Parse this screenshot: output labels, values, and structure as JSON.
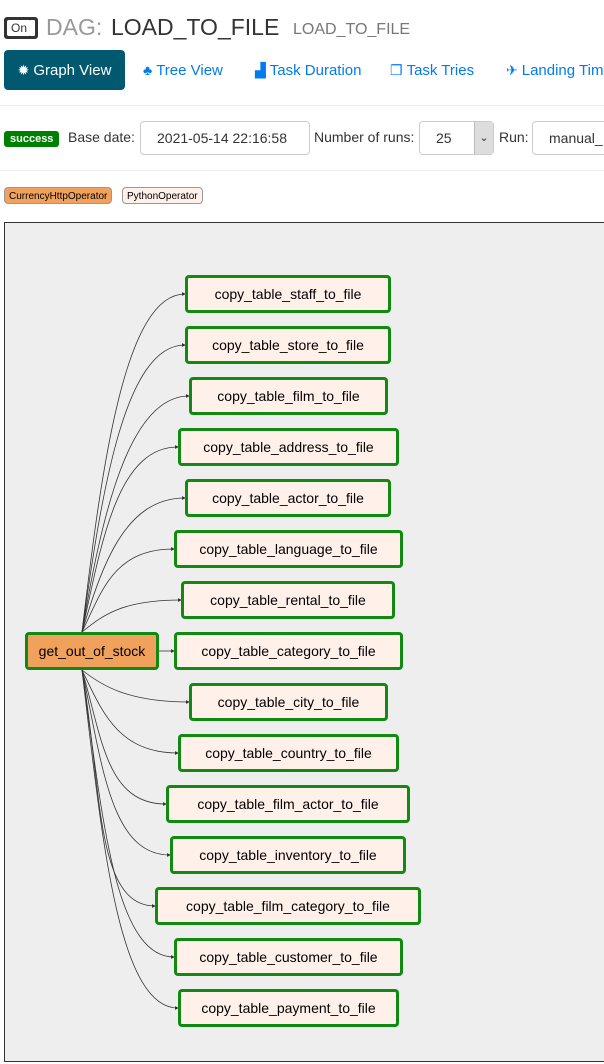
{
  "header": {
    "toggle_label": "On",
    "dag_prefix": "DAG:",
    "dag_id": "LOAD_TO_FILE",
    "dag_subtitle": "LOAD_TO_FILE"
  },
  "nav": {
    "tabs": [
      {
        "label": "Graph View",
        "icon": "sun-icon"
      },
      {
        "label": "Tree View",
        "icon": "tree-icon"
      },
      {
        "label": "Task Duration",
        "icon": "bar-chart-icon"
      },
      {
        "label": "Task Tries",
        "icon": "copy-icon"
      },
      {
        "label": "Landing Time",
        "icon": "plane-icon"
      }
    ]
  },
  "controls": {
    "status": "success",
    "base_date_label": "Base date:",
    "base_date_value": "2021-05-14 22:16:58",
    "num_runs_label": "Number of runs:",
    "num_runs_value": "25",
    "run_label": "Run:",
    "run_value": "manual_"
  },
  "legend": {
    "items": [
      {
        "label": "CurrencyHttpOperator",
        "color": "#f0a25c"
      },
      {
        "label": "PythonOperator",
        "color": "#fff0ea"
      }
    ]
  },
  "graph": {
    "root": "get_out_of_stock",
    "tasks": [
      "copy_table_staff_to_file",
      "copy_table_store_to_file",
      "copy_table_film_to_file",
      "copy_table_address_to_file",
      "copy_table_actor_to_file",
      "copy_table_language_to_file",
      "copy_table_rental_to_file",
      "copy_table_category_to_file",
      "copy_table_city_to_file",
      "copy_table_country_to_file",
      "copy_table_film_actor_to_file",
      "copy_table_inventory_to_file",
      "copy_table_film_category_to_file",
      "copy_table_customer_to_file",
      "copy_table_payment_to_file"
    ],
    "colors": {
      "border": "#118a11",
      "python": "#fff0ea",
      "currency": "#f0a25c"
    }
  }
}
